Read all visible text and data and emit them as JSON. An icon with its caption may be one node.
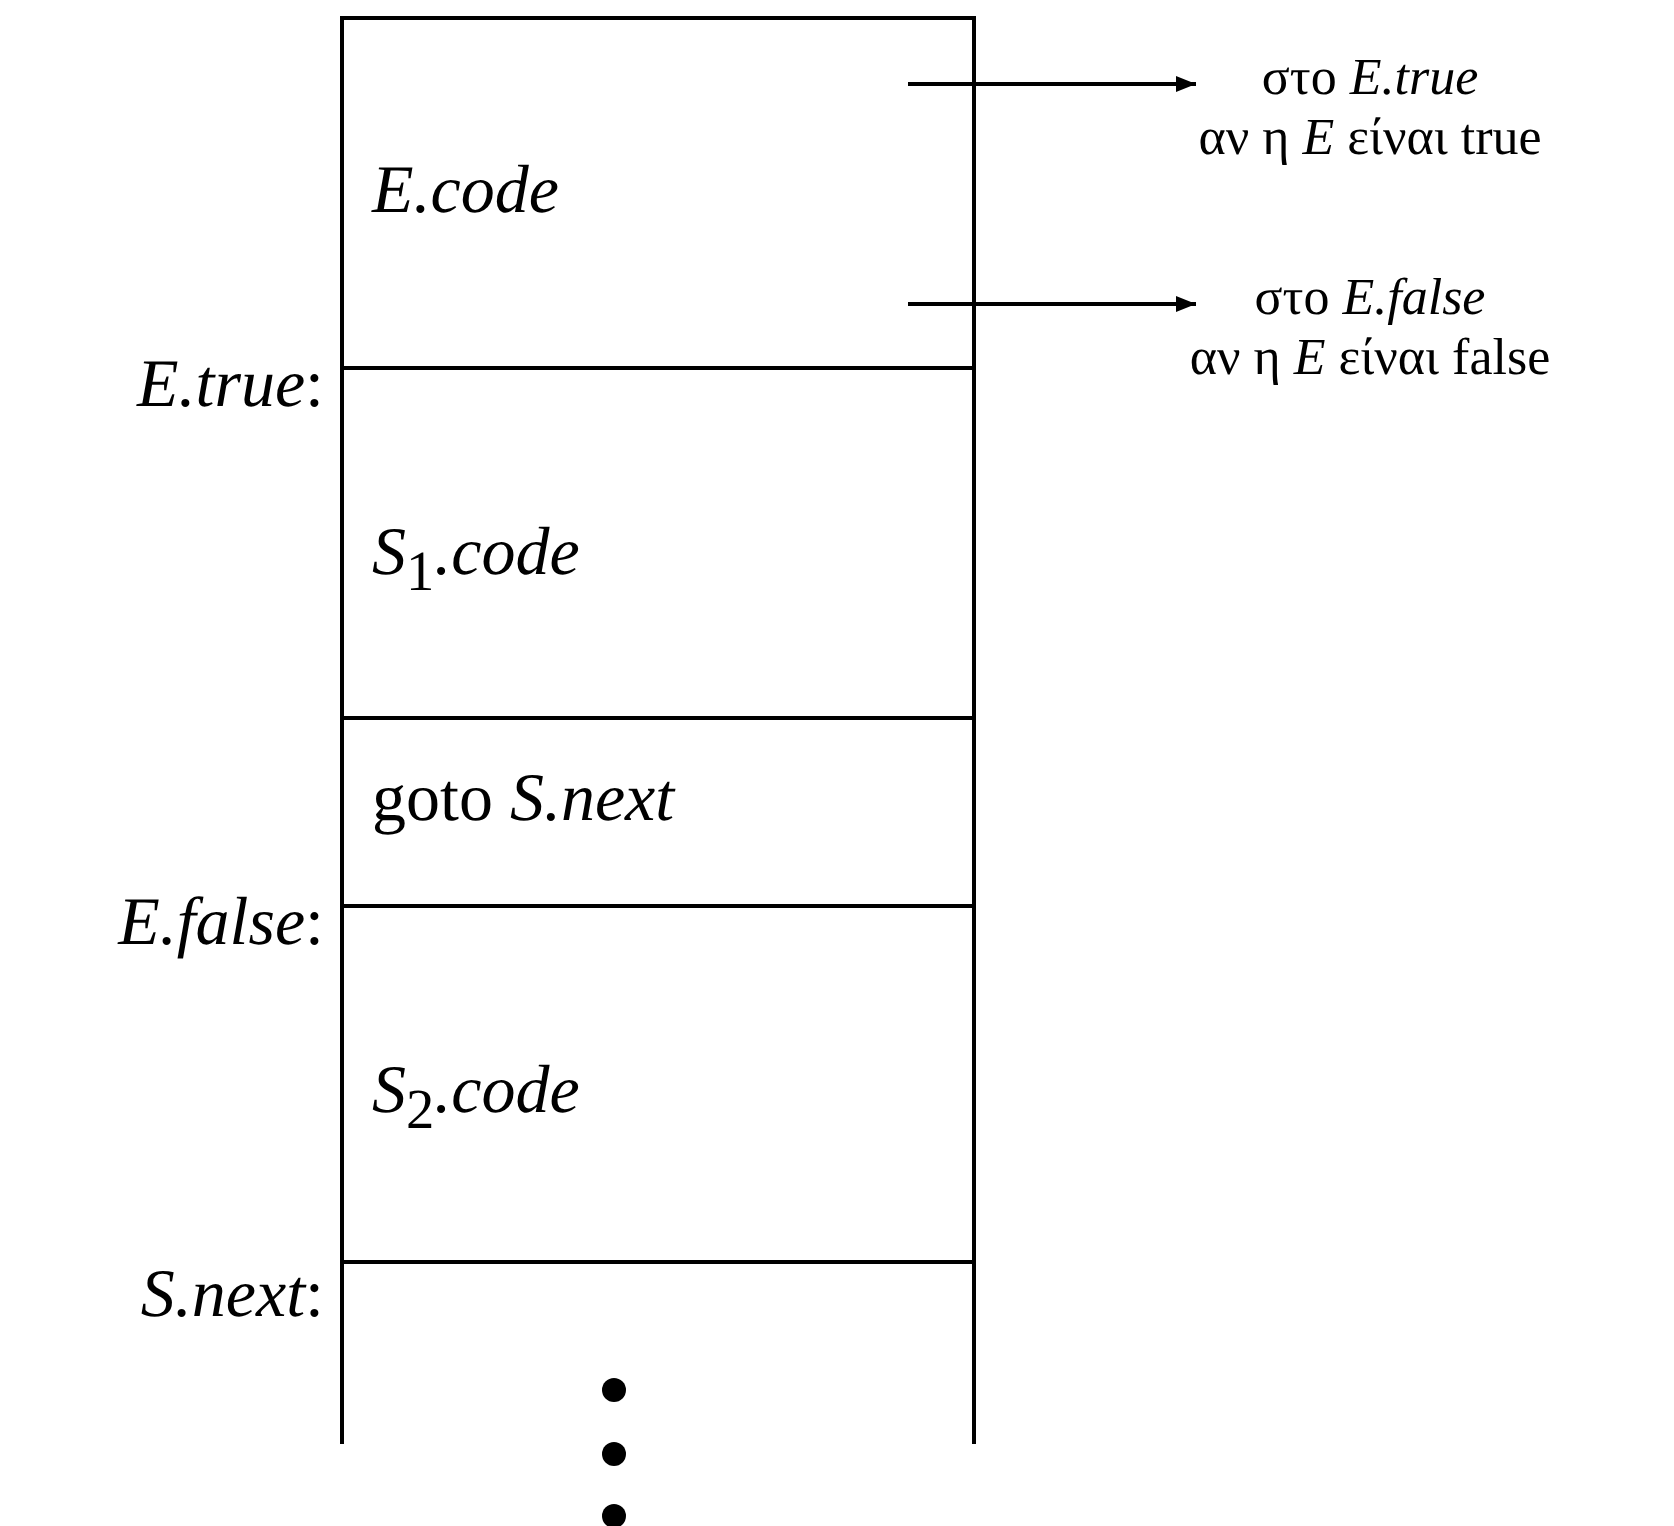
{
  "diagram": {
    "nodes": [
      {
        "text": [
          "E.code"
        ]
      },
      {
        "text": [
          "*S*$_{1}$*.code*"
        ],
        "beside": [
          "*E.true*:"
        ]
      },
      {
        "text": [
          "goto *S.next*"
        ]
      },
      {
        "text": [
          "*S*$_{2}$*.code*"
        ],
        "beside": [
          "*E.false*:"
        ]
      },
      {
        "text": [],
        "shape": "box",
        "beside": [
          "*S.next*:"
        ]
      },
      {
        "text": [
          "στο *E.true*",
          "αν η *E* είναι true"
        ]
      },
      {
        "text": [
          "στο *E.false*",
          "αν η *E* είναι false"
        ]
      }
    ],
    "edges": [
      {
        "from": 0,
        "to": 5,
        "arrow": "to"
      },
      {
        "from": 0,
        "to": 6,
        "arrow": "to"
      }
    ]
  }
}
